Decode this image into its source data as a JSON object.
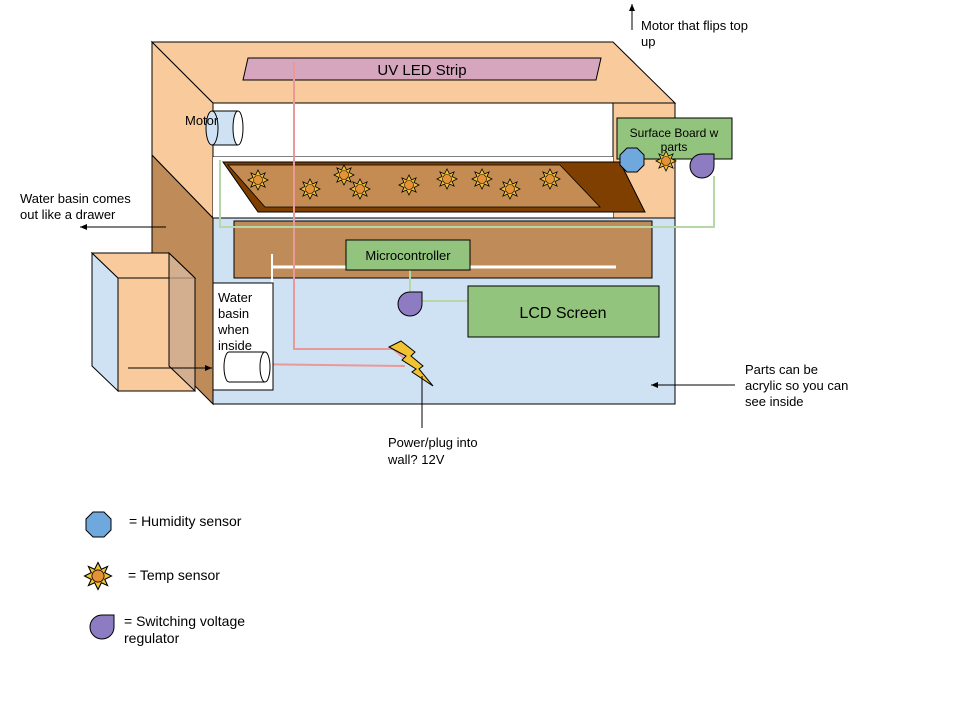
{
  "labels": {
    "uv_led_strip": "UV LED Strip",
    "motor": "Motor",
    "surface_board": [
      "Surface Board w",
      "parts"
    ],
    "motor_flips": [
      "Motor that flips top",
      "up"
    ],
    "water_drawer": [
      "Water basin comes",
      "out like a drawer"
    ],
    "microcontroller": "Microcontroller",
    "lcd_screen": "LCD Screen",
    "water_basin_inside": [
      "Water",
      "basin",
      "when",
      "inside"
    ],
    "acrylic": [
      "Parts can be",
      "acrylic so you can",
      "see inside"
    ],
    "power": [
      "Power/plug into",
      "wall? 12V"
    ]
  },
  "legend": [
    {
      "icon": "humidity-sensor-icon",
      "text": [
        "= Humidity sensor"
      ]
    },
    {
      "icon": "temp-sensor-icon",
      "text": [
        "= Temp sensor"
      ]
    },
    {
      "icon": "voltage-regulator-icon",
      "text": [
        "= Switching voltage",
        "regulator"
      ]
    }
  ],
  "colors": {
    "body_peach": "#f9cb9c",
    "body_brown": "#bf8c59",
    "tray_dark": "#7f3f00",
    "tray_light": "#c48b52",
    "front_panel": "#cfe2f3",
    "uv_strip": "#d5a6bd",
    "green_box": "#93c47d",
    "humidity_blue": "#6fa8dc",
    "sun_orange": "#e69138",
    "sun_yellow": "#f1c232",
    "regulator_purple": "#8e7cc3",
    "wire_red": "#ea9999",
    "wire_green": "#b6d7a8",
    "bolt_yellow": "#f1c232"
  }
}
